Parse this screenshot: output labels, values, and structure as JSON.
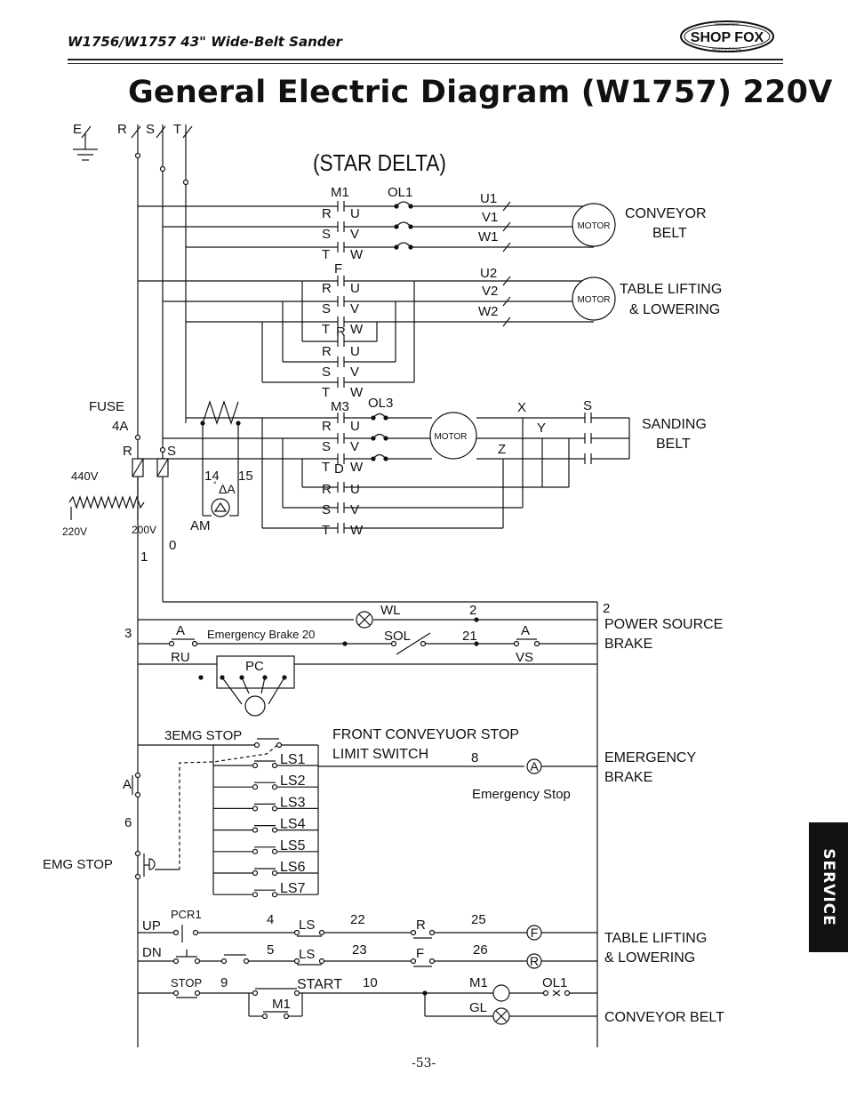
{
  "header": {
    "doc_title": "W1756/W1757 43\" Wide-Belt Sander",
    "logo": "SHOP FOX",
    "logo_small_top": "WOODSTOCK",
    "logo_small_bottom": "INTERNATIONAL"
  },
  "title": "General Electric Diagram (W1757) 220V",
  "mode_label": "(STAR DELTA)",
  "side_tab": "SERVICE",
  "page_number": "-53-",
  "labels": {
    "E": "E",
    "R": "R",
    "S": "S",
    "T": "T",
    "M1": "M1",
    "OL1": "OL1",
    "F": "F",
    "Rc": "R",
    "M3": "M3",
    "OL3": "OL3",
    "Dc": "D",
    "Rp": "R",
    "Sp": "S",
    "Tp": "T",
    "U": "U",
    "V": "V",
    "W": "W",
    "U1": "U1",
    "V1": "V1",
    "W1": "W1",
    "U2": "U2",
    "V2": "V2",
    "W2": "W2",
    "X": "X",
    "Y": "Y",
    "Z": "Z",
    "Sx": "S",
    "motor": "MOTOR",
    "conveyor1": "CONVEYOR",
    "conveyor2": "BELT",
    "table1": "TABLE LIFTING",
    "table2": "& LOWERING",
    "sanding1": "SANDING",
    "sanding2": "BELT",
    "fuse": "FUSE",
    "fuse_rating": "4A",
    "fR": "R",
    "fS": "S",
    "v440": "440V",
    "v220": "220V",
    "v200": "200V",
    "n14": "14",
    "n15": "15",
    "dA": "ΔA",
    "deg": "°",
    "AM": "AM",
    "n0": "0",
    "n1": "1",
    "WL": "WL",
    "n2a": "2",
    "n2b": "2",
    "power1": "POWER SOURCE",
    "power2": "BRAKE",
    "n3": "3",
    "A1": "A",
    "ebrake": "Emergency Brake 20",
    "SOL": "SOL",
    "n21": "21",
    "A2": "A",
    "RU": "RU",
    "VS": "VS",
    "PC": "PC",
    "emg_stop": "3EMG  STOP",
    "front1": "FRONT CONVEYUOR STOP",
    "front2": "LIMIT SWITCH",
    "n8": "8",
    "circA": "A",
    "LS1": "LS1",
    "LS2": "LS2",
    "LS3": "LS3",
    "LS4": "LS4",
    "LS5": "LS5",
    "LS6": "LS6",
    "LS7": "LS7",
    "emer1": "EMERGENCY",
    "emer2": "BRAKE",
    "estop": "Emergency Stop",
    "Aleft": "A",
    "n6": "6",
    "emg_stop2": "EMG STOP",
    "UP": "UP",
    "PCR1": "PCR1",
    "n4": "4",
    "LSa": "LS",
    "n22": "22",
    "R2": "R",
    "n25": "25",
    "circF": "F",
    "DN": "DN",
    "n5": "5",
    "LSb": "LS",
    "n23": "23",
    "F2": "F",
    "n26": "26",
    "circR": "R",
    "tl1": "TABLE LIFTING",
    "tl2": "& LOWERING",
    "STOP": "STOP",
    "n9": "9",
    "START": "START",
    "n10": "10",
    "M1b": "M1",
    "M1c": "M1",
    "OL1b": "OL1",
    "GL": "GL",
    "conv_belt": "CONVEYOR BELT"
  }
}
